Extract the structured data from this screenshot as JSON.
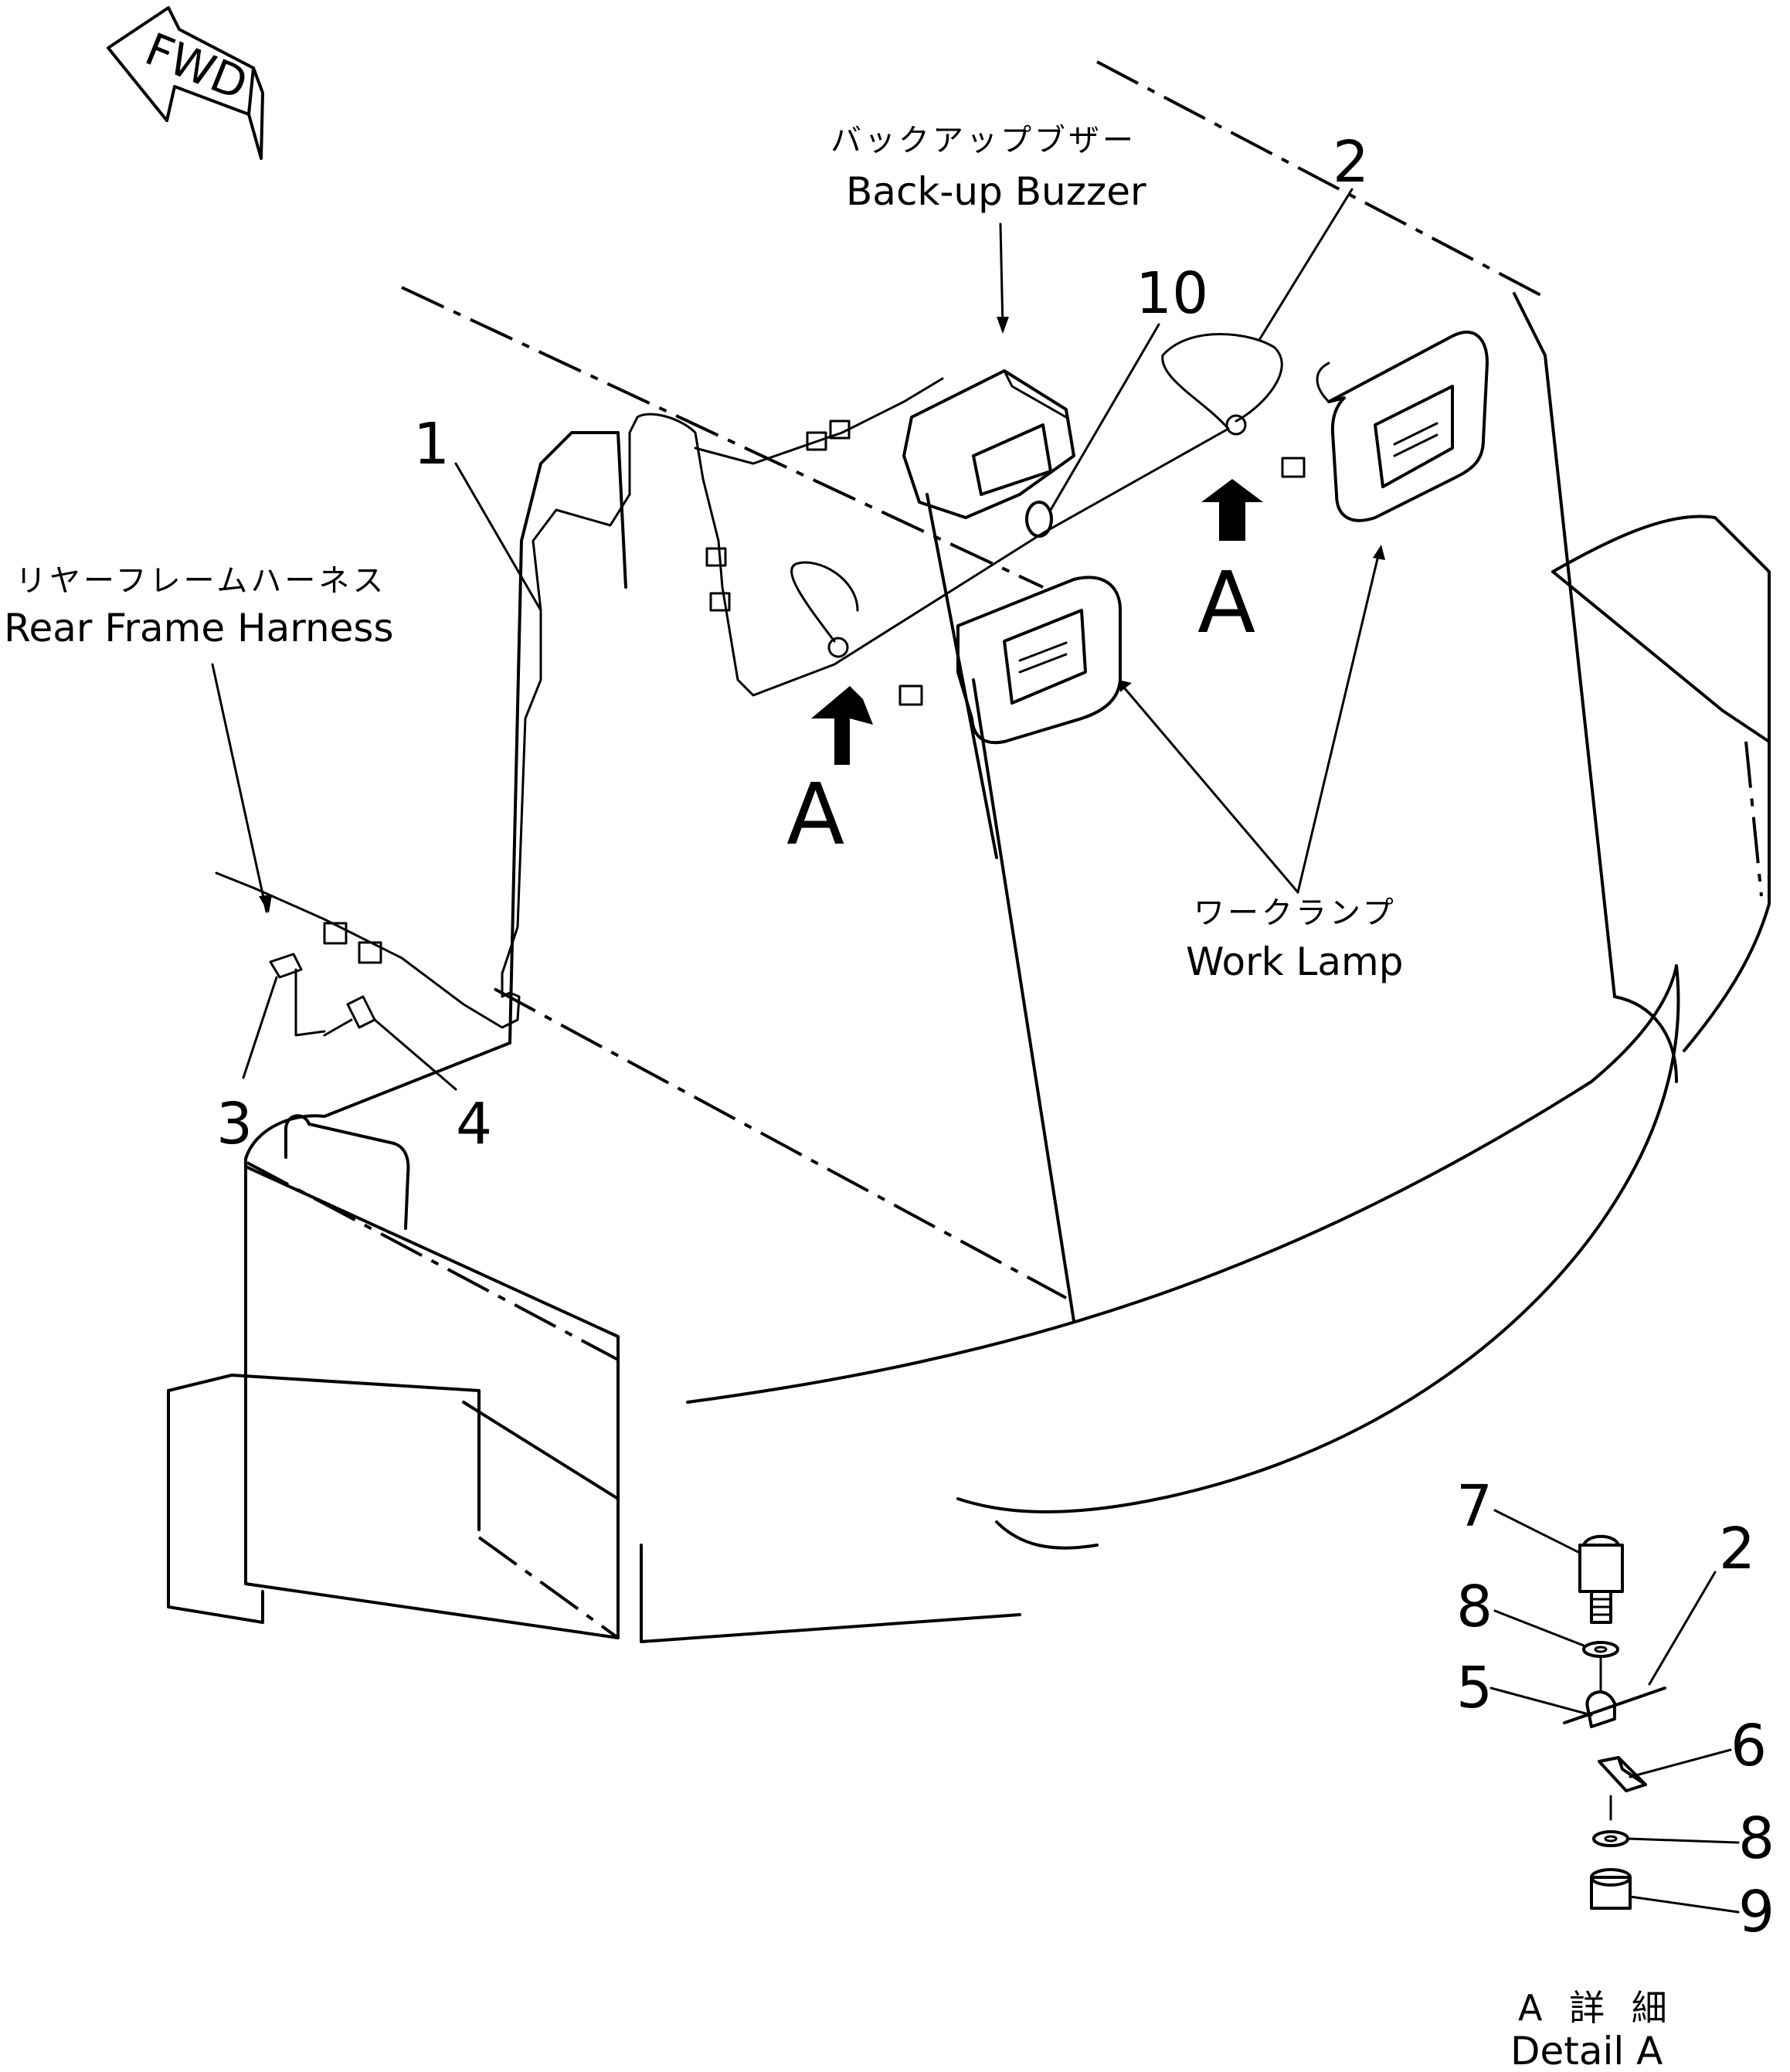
{
  "fwd_label": "FWD",
  "labels": {
    "backup_buzzer_jp": "バックアップブザー",
    "backup_buzzer_en": "Back-up Buzzer",
    "rear_frame_harness_jp": "リヤーフレームハーネス",
    "rear_frame_harness_en": "Rear Frame Harness",
    "work_lamp_jp": "ワークランプ",
    "work_lamp_en": "Work Lamp",
    "detail_a_jp": "A 詳 細",
    "detail_a_en": "Detail A"
  },
  "view_markers": [
    "A",
    "A"
  ],
  "callouts": {
    "main": [
      "1",
      "2",
      "10",
      "3",
      "4"
    ],
    "detail": [
      "7",
      "2",
      "8",
      "5",
      "6",
      "8",
      "9"
    ]
  }
}
